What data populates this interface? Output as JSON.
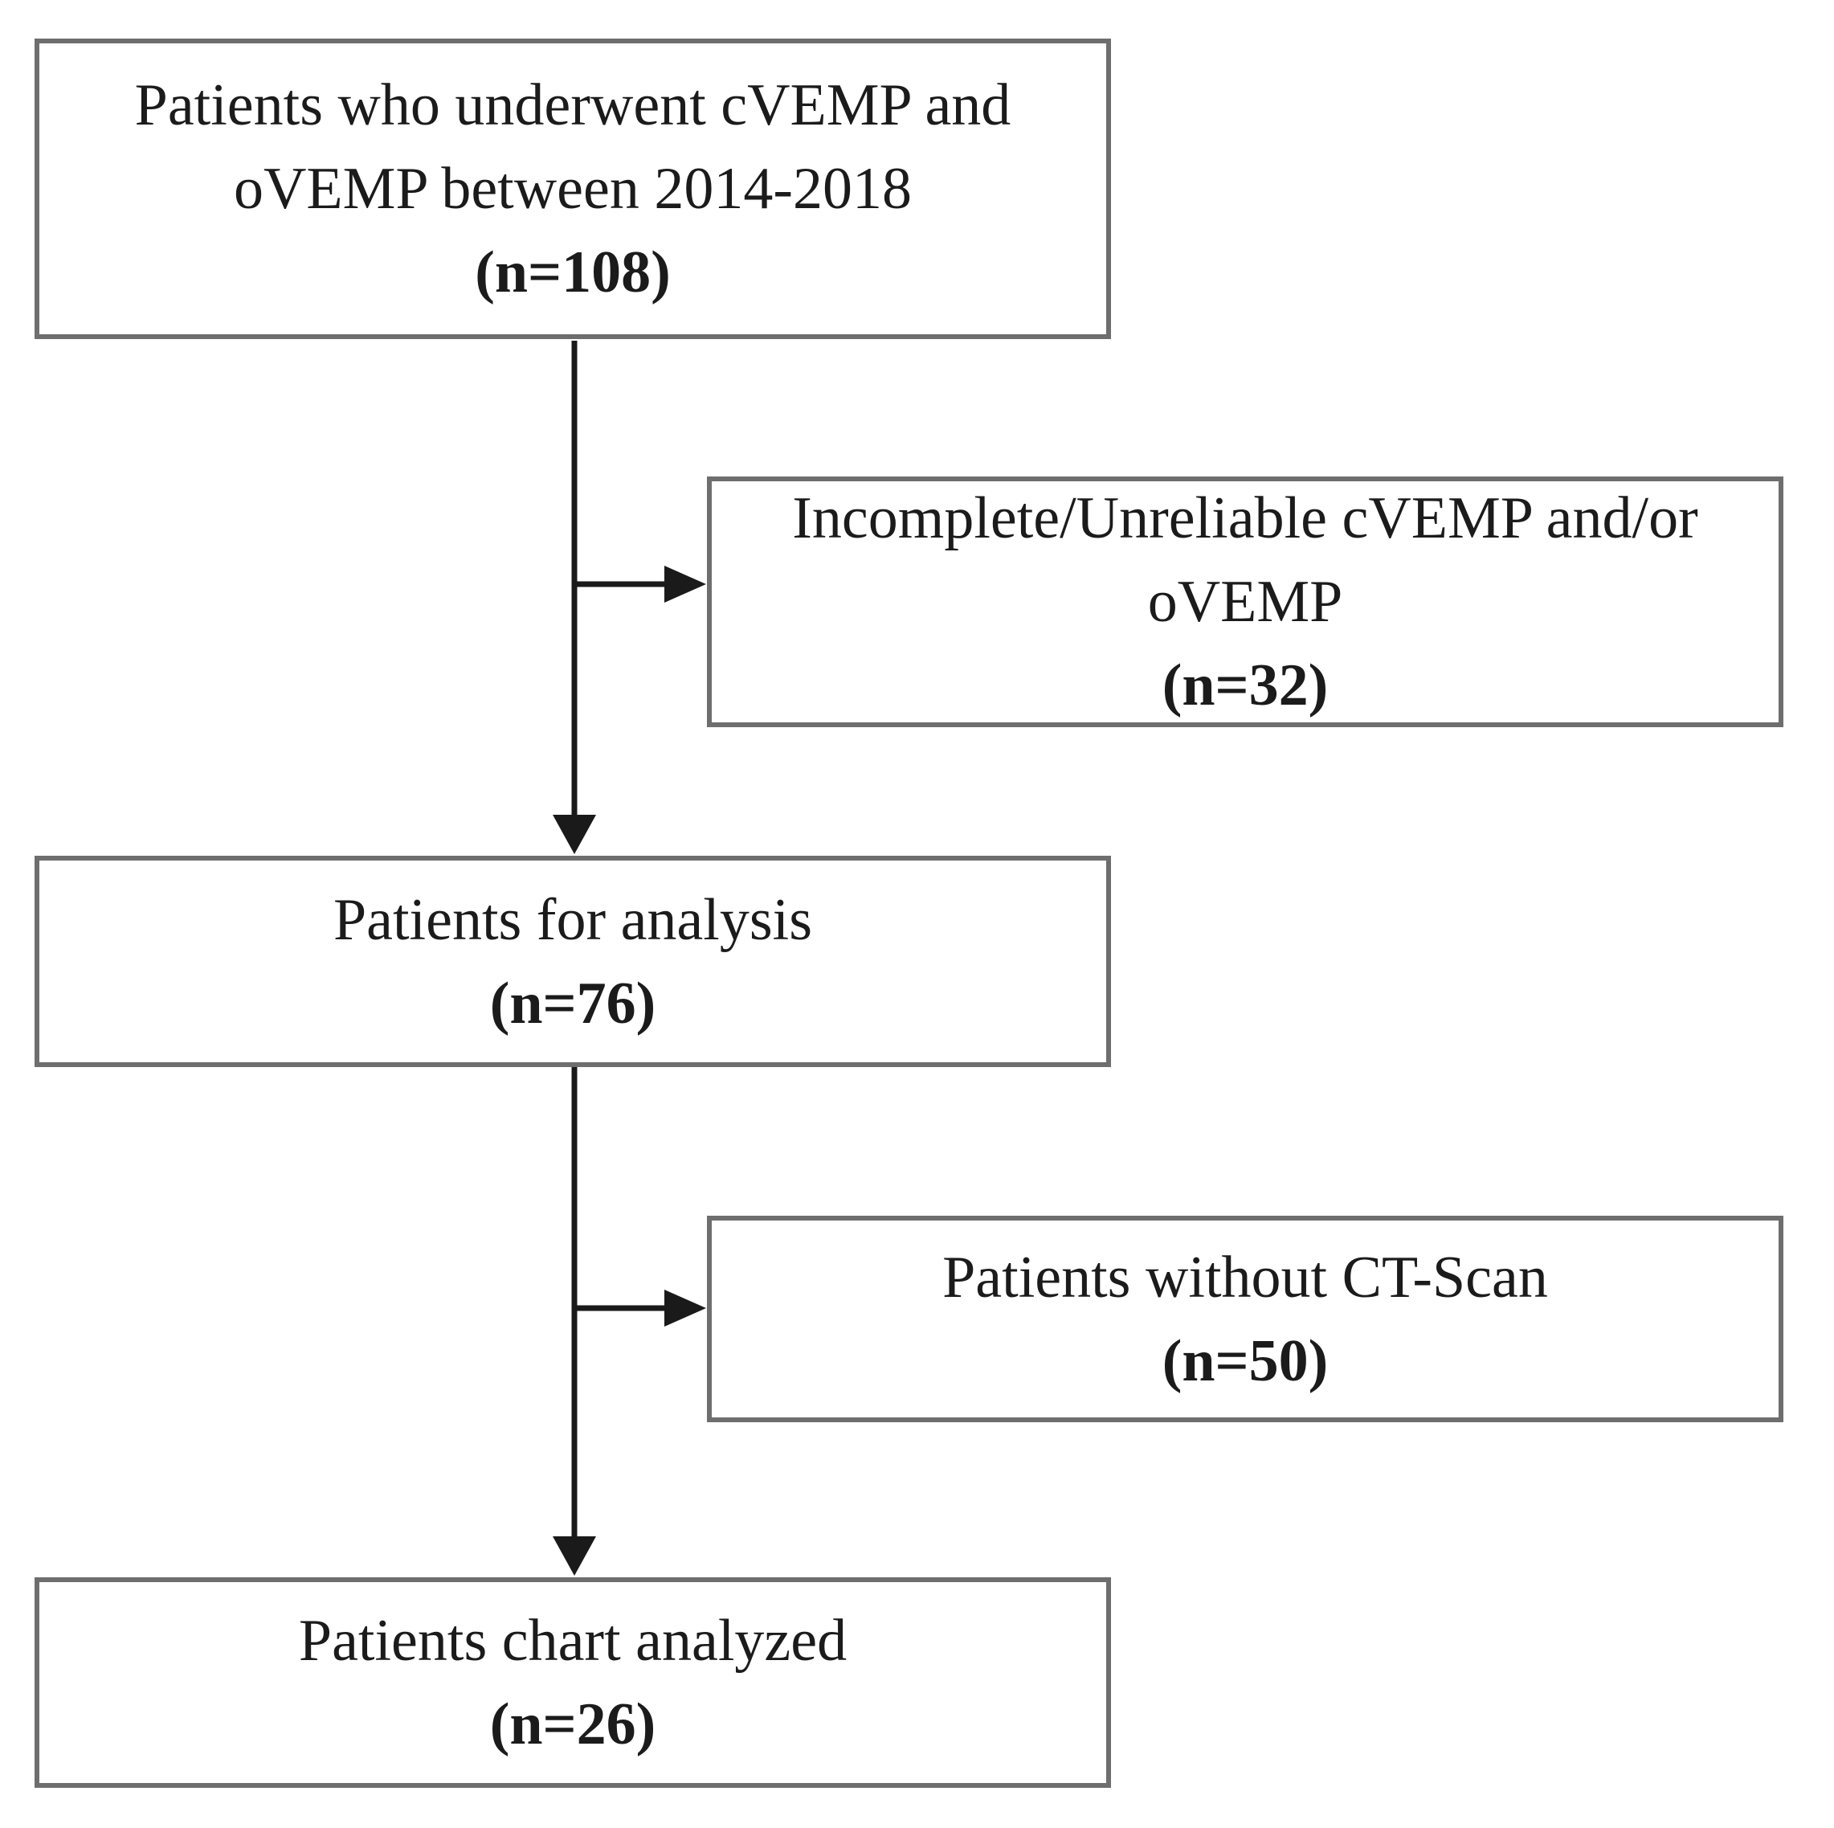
{
  "colors": {
    "background": "#ffffff",
    "box_border": "#6e6e6e",
    "box_fill": "#ffffff",
    "arrow": "#1a1a1a",
    "text": "#1b1b1b"
  },
  "boxes": {
    "initial": {
      "line1": "Patients who underwent cVEMP and",
      "line2": "oVEMP between 2014-2018",
      "count": "(n=108)",
      "n": 108
    },
    "excluded_vemp": {
      "line1": "Incomplete/Unreliable cVEMP and/or",
      "line2": "oVEMP",
      "count": "(n=32)",
      "n": 32
    },
    "analysis": {
      "line1": "Patients for analysis",
      "count": "(n=76)",
      "n": 76
    },
    "excluded_ct": {
      "line1": "Patients without CT-Scan",
      "count": "(n=50)",
      "n": 50
    },
    "final": {
      "line1": "Patients chart analyzed",
      "count": "(n=26)",
      "n": 26
    }
  },
  "connectors": [
    {
      "from": "initial",
      "to": "analysis",
      "type": "arrow-down"
    },
    {
      "from": "initial-analysis-line",
      "to": "excluded_vemp",
      "type": "arrow-right"
    },
    {
      "from": "analysis",
      "to": "final",
      "type": "arrow-down"
    },
    {
      "from": "analysis-final-line",
      "to": "excluded_ct",
      "type": "arrow-right"
    }
  ]
}
